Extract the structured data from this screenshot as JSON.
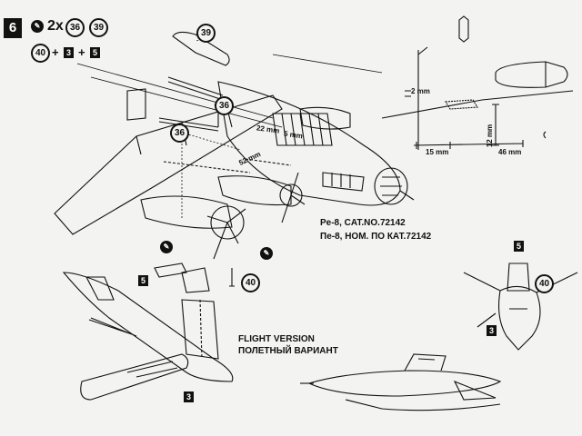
{
  "step": {
    "number": "6"
  },
  "instructions": {
    "line1": {
      "glue": "glue-icon",
      "multiplier": "2x",
      "part_a": "36",
      "part_b": "39"
    },
    "line2": {
      "part_a": "40",
      "plus1": "+",
      "part_b": "3",
      "plus2": "+",
      "part_c": "5"
    }
  },
  "callouts": {
    "part39": "39",
    "part36_upper": "36",
    "part36_left": "36",
    "part40_bottom": "40",
    "part40_right": "40",
    "part5_left": "5",
    "part5_right": "5",
    "part3_bottom": "3",
    "part3_right": "3"
  },
  "dimensions": {
    "d22": "22 mm",
    "d5": "5 mm",
    "d52": "52 mm",
    "d2": "2 mm",
    "d12": "12 mm",
    "d15": "15 mm",
    "d46": "46 mm"
  },
  "model": {
    "line1": "Pe-8,   CAT.NO.72142",
    "line2": "Пе-8,   НОМ. ПО КАТ.72142"
  },
  "flight_version": {
    "en": "FLIGHT VERSION",
    "ru": "ПОЛЕТНЫЙ ВАРИАНТ"
  },
  "colors": {
    "ink": "#111111",
    "paper": "#f3f3f1"
  }
}
